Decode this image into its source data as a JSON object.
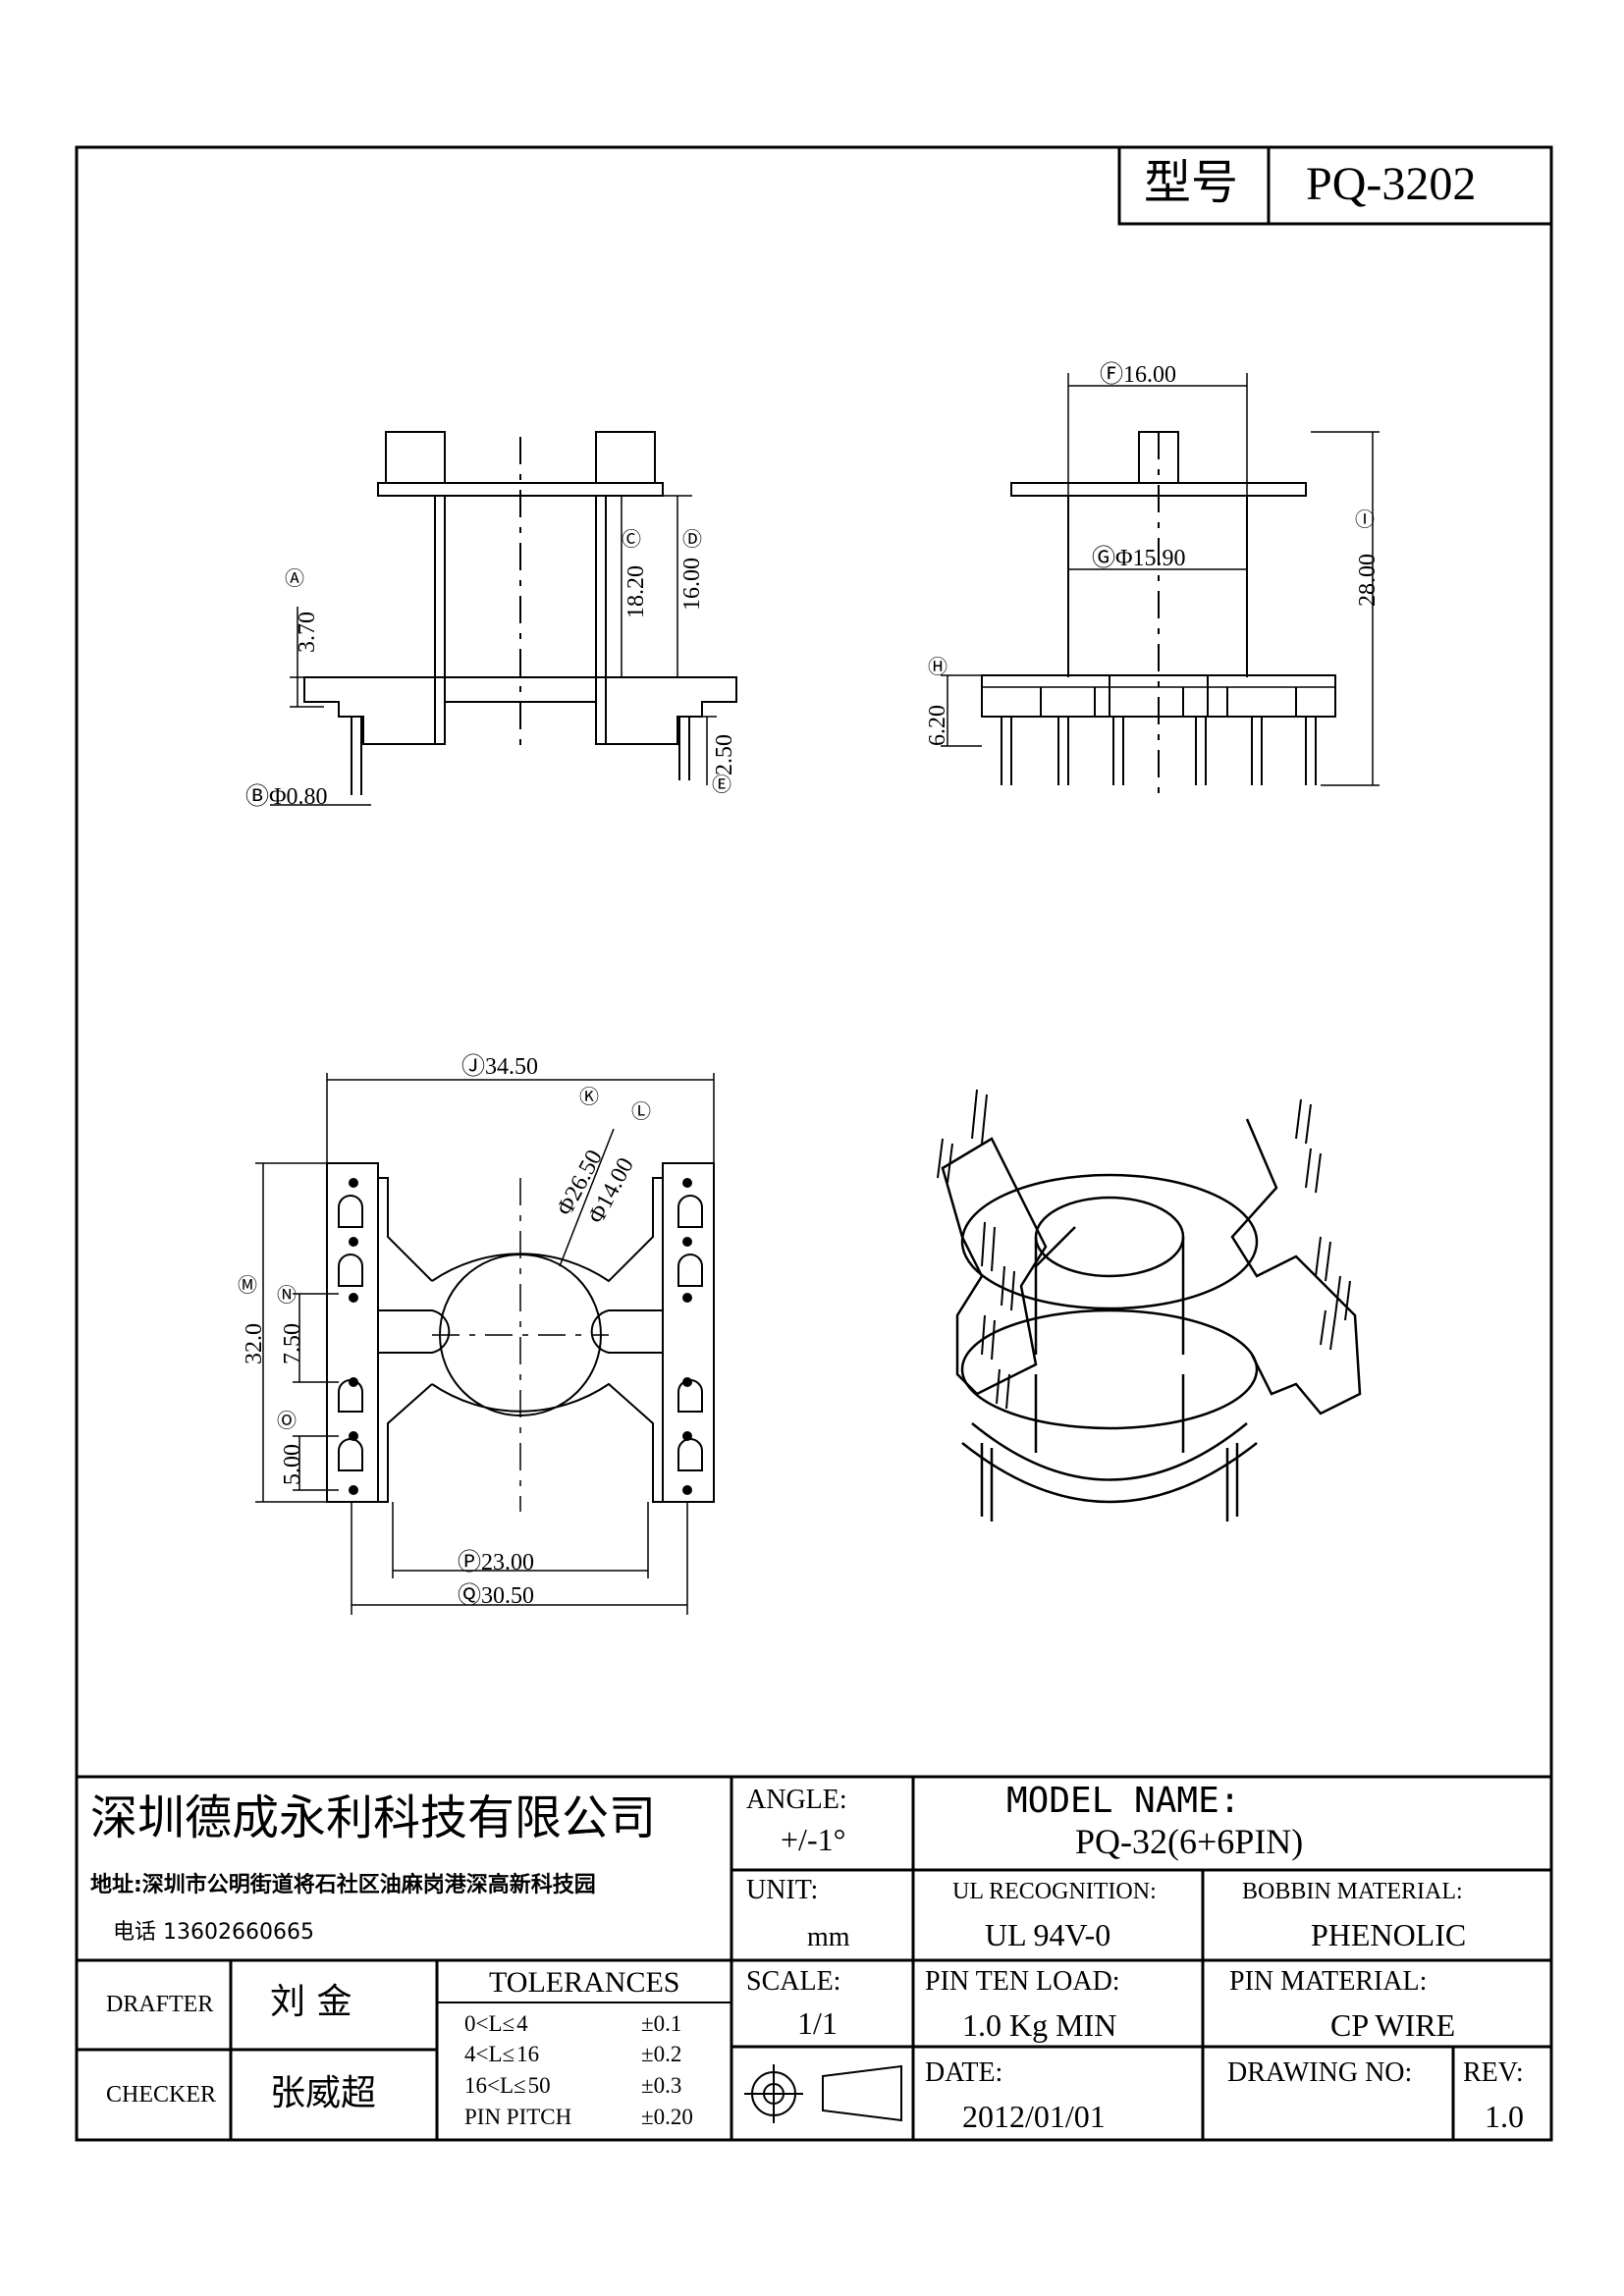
{
  "header": {
    "model_label": "型号",
    "model_value": "PQ-3202"
  },
  "dimensions": {
    "A": "3.70",
    "B": "Φ0.80",
    "C": "18.20",
    "D": "16.00",
    "E": "2.50",
    "F": "16.00",
    "G": "Φ15.90",
    "H": "6.20",
    "I": "28.00",
    "J": "34.50",
    "K": "Φ26.50",
    "L": "Φ14.00",
    "M": "32.0",
    "N": "7.50",
    "O": "5.00",
    "P": "23.00",
    "Q": "30.50"
  },
  "dim_letters": {
    "A": "A",
    "B": "B",
    "C": "C",
    "D": "D",
    "E": "E",
    "F": "F",
    "G": "G",
    "H": "H",
    "I": "I",
    "J": "J",
    "K": "K",
    "L": "L",
    "M": "M",
    "N": "N",
    "O": "O",
    "P": "P",
    "Q": "Q"
  },
  "title_block": {
    "company": "深圳德成永利科技有限公司",
    "address": "地址:深圳市公明街道将石社区油麻岗港深高新科技园",
    "phone": "电话 13602660665",
    "drafter_label": "DRAFTER",
    "drafter_name": "刘 金",
    "checker_label": "CHECKER",
    "checker_name": "张威超",
    "tolerances_label": "TOLERANCES",
    "tolerances": [
      {
        "range": "0<L≤ 4",
        "value": "±0.1"
      },
      {
        "range": "4<L≤ 16",
        "value": "±0.2"
      },
      {
        "range": "16<L≤ 50",
        "value": "±0.3"
      },
      {
        "range": "PIN PITCH",
        "value": "±0.20"
      }
    ],
    "angle_label": "ANGLE:",
    "angle_value": "+/-1°",
    "unit_label": "UNIT:",
    "unit_value": "mm",
    "scale_label": "SCALE:",
    "scale_value": "1/1",
    "model_name_label": "MODEL NAME:",
    "model_name_value": "PQ-32(6+6PIN)",
    "ul_label": "UL RECOGNITION:",
    "ul_value": "UL 94V-0",
    "bobbin_label": "BOBBIN MATERIAL:",
    "bobbin_value": "PHENOLIC",
    "pin_load_label": "PIN TEN LOAD:",
    "pin_load_value": "1.0 Kg MIN",
    "pin_material_label": "PIN MATERIAL:",
    "pin_material_value": "CP WIRE",
    "date_label": "DATE:",
    "date_value": "2012/01/01",
    "drawing_no_label": "DRAWING NO:",
    "drawing_no_value": "",
    "rev_label": "REV:",
    "rev_value": "1.0"
  }
}
